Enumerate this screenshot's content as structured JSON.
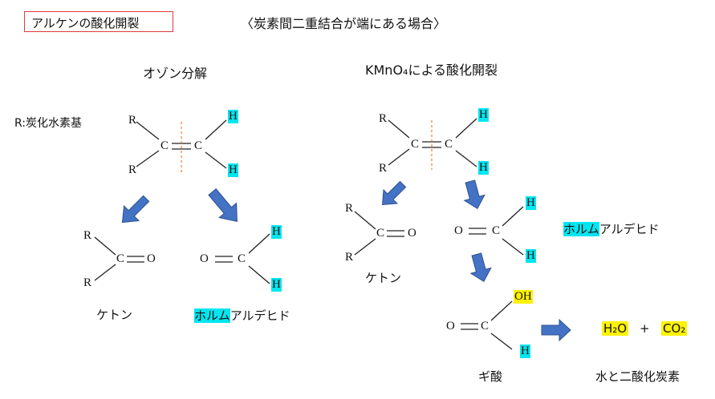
{
  "title": "アルケンの酸化開裂",
  "subtitle": "〈炭素間二重結合が端にある場合〉",
  "legend_r": "R:炭化水素基",
  "ozone": {
    "heading": "オゾン分解",
    "alkene": {
      "r1": "R",
      "r2": "R",
      "c1": "C",
      "c2": "C",
      "h1": "H",
      "h2": "H"
    },
    "ketone": {
      "r1": "R",
      "r2": "R",
      "c": "C",
      "o": "O",
      "caption": "ケトン"
    },
    "aldehyde": {
      "o": "O",
      "c": "C",
      "h1": "H",
      "h2": "H",
      "caption_hl": "ホルム",
      "caption_rest": "アルデヒド"
    }
  },
  "kmno4": {
    "heading": "KMnO₄による酸化開裂",
    "alkene": {
      "r1": "R",
      "r2": "R",
      "c1": "C",
      "c2": "C",
      "h1": "H",
      "h2": "H"
    },
    "ketone": {
      "r1": "R",
      "r2": "R",
      "c": "C",
      "o": "O",
      "caption": "ケトン"
    },
    "aldehyde": {
      "o": "O",
      "c": "C",
      "h1": "H",
      "h2": "H",
      "caption_hl": "ホルム",
      "caption_rest": "アルデヒド"
    },
    "formic_acid": {
      "o": "O",
      "c": "C",
      "oh": "OH",
      "h": "H",
      "caption": "ギ酸"
    },
    "products": {
      "h2o": "H₂O",
      "plus": "+",
      "co2": "CO₂",
      "caption": "水と二酸化炭素"
    }
  },
  "colors": {
    "highlight_h": "#00e6f0",
    "highlight_products": "#fff200",
    "arrow": "#4472c4",
    "cut_line": "#f08030",
    "title_border": "#e03a3a"
  }
}
